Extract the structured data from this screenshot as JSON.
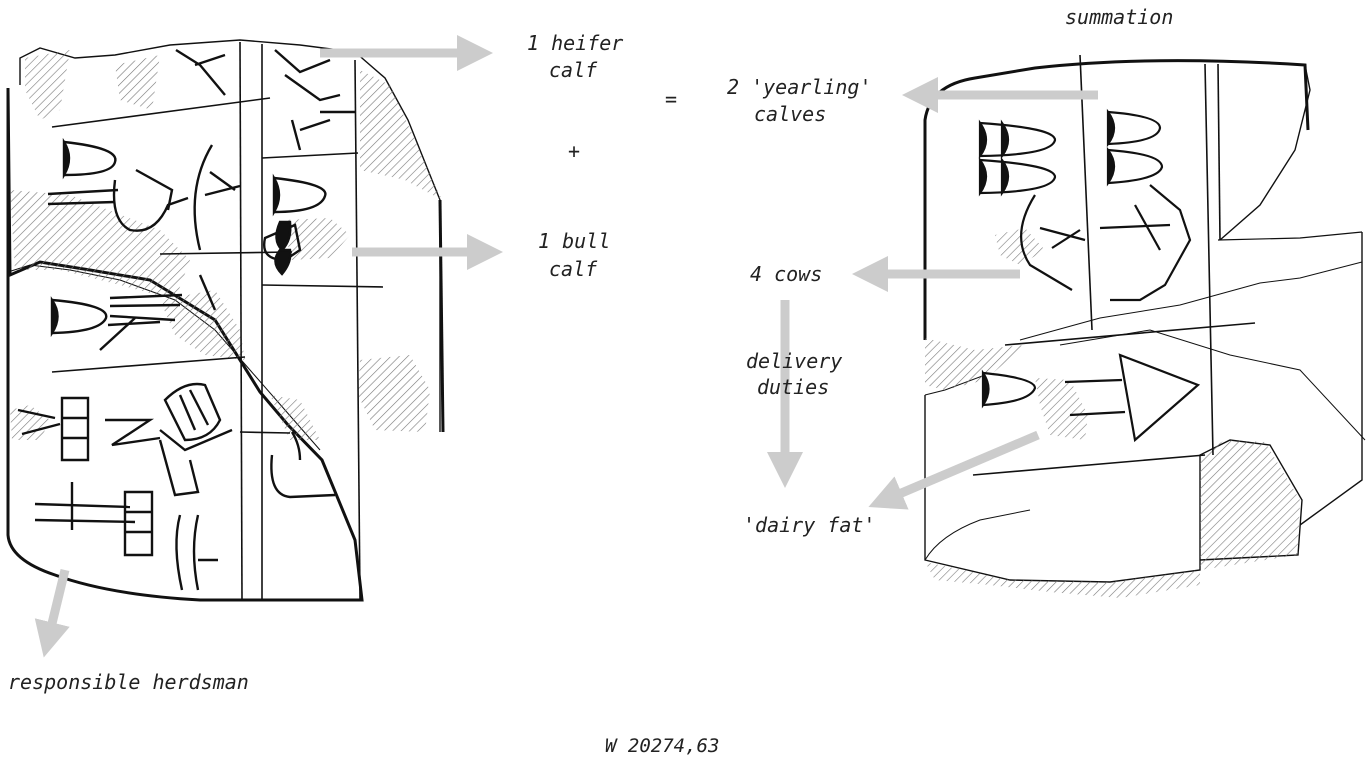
{
  "diagram": {
    "colors": {
      "ink": "#111111",
      "arrow": "#cccccc",
      "hatch": "#7a7a7a",
      "text": "#222222"
    },
    "labels": {
      "summation": "summation",
      "heifer_line1": "1 heifer",
      "heifer_line2": "calf",
      "plus": "+",
      "equals": "=",
      "yearling_line1": "2 'yearling'",
      "yearling_line2": "calves",
      "bull_line1": "1 bull",
      "bull_line2": "calf",
      "cows": "4 cows",
      "delivery_line1": "delivery",
      "delivery_line2": "duties",
      "dairy_fat": "'dairy fat'",
      "herdsman": "responsible herdsman",
      "tablet_id": "W 20274,63"
    }
  }
}
